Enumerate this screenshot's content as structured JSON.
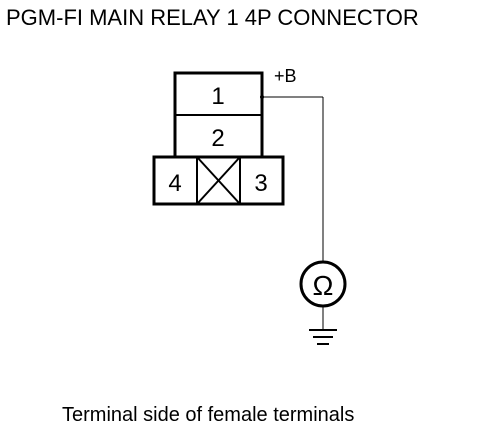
{
  "title": "PGM-FI MAIN RELAY 1 4P CONNECTOR",
  "connector": {
    "pins": {
      "pin1": "1",
      "pin2": "2",
      "pin3": "3",
      "pin4": "4"
    }
  },
  "probe": {
    "label": "+B",
    "meter_symbol": "Ω",
    "meter_icon": "ohmmeter-icon",
    "ground_icon": "ground-icon"
  },
  "caption": "Terminal side of female terminals"
}
